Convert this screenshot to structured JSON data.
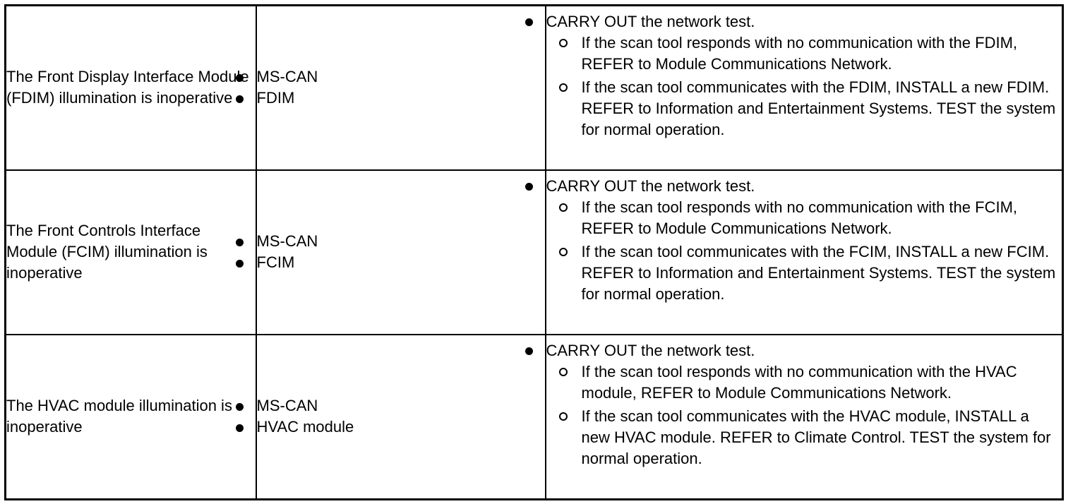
{
  "rows": [
    {
      "condition": "The Front Display Interface Module (FDIM) illumination is inoperative",
      "sources": [
        "MS-CAN",
        "FDIM"
      ],
      "action": "CARRY OUT the network test.",
      "sub_actions": [
        "If the scan tool responds with no communication with the FDIM, REFER to Module Communications Network.",
        "If the scan tool communicates with the FDIM, INSTALL a new FDIM. REFER to Information and Entertainment Systems. TEST the system for normal operation."
      ]
    },
    {
      "condition": "The Front Controls Interface Module (FCIM) illumination is inoperative",
      "sources": [
        "MS-CAN",
        "FCIM"
      ],
      "action": "CARRY OUT the network test.",
      "sub_actions": [
        "If the scan tool responds with no communication with the FCIM, REFER to Module Communications Network.",
        "If the scan tool communicates with the FCIM, INSTALL a new FCIM. REFER to Information and Entertainment Systems. TEST the system for normal operation."
      ]
    },
    {
      "condition": "The HVAC module illumination is inoperative",
      "sources": [
        "MS-CAN",
        "HVAC module"
      ],
      "action": "CARRY OUT the network test.",
      "sub_actions": [
        "If the scan tool responds with no communication with the HVAC module, REFER to Module Communications Network.",
        "If the scan tool communicates with the HVAC module, INSTALL a new HVAC module. REFER to Climate Control. TEST the system for normal operation."
      ]
    }
  ]
}
